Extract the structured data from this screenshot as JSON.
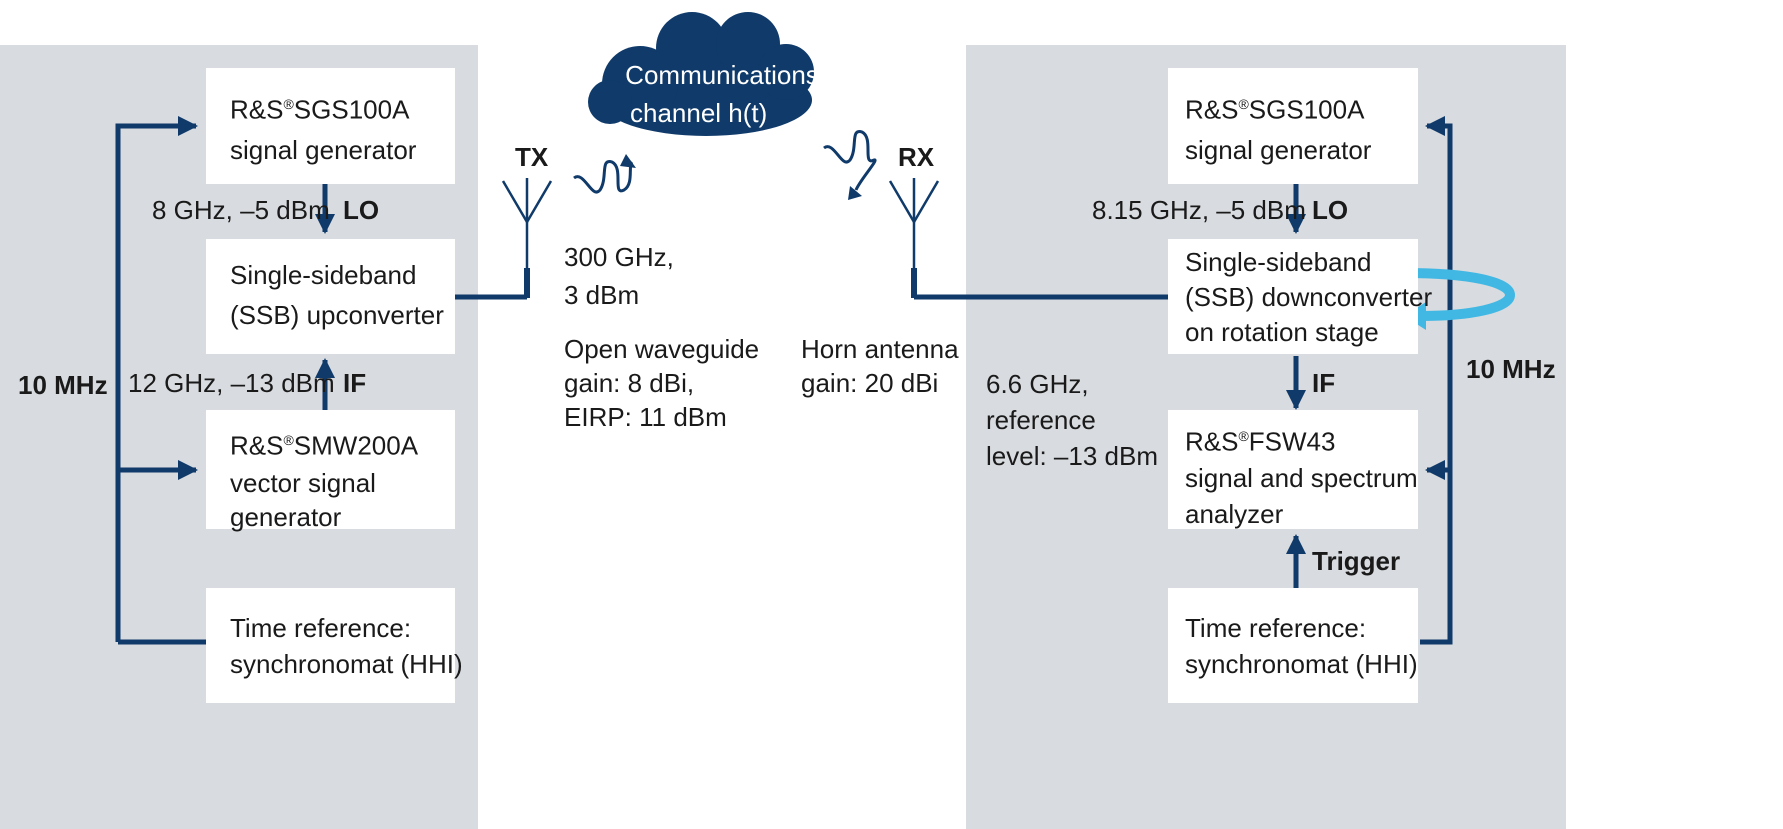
{
  "colors": {
    "panel": "#d8dbdf",
    "navy": "#0f3a6a",
    "cyan": "#41b8e4",
    "box": "#ffffff"
  },
  "tx_side": {
    "lo_generator": {
      "name": "R&S",
      "reg": "®",
      "model": "SGS100A",
      "line2": "signal generator"
    },
    "upconverter": {
      "line1": "Single-sideband",
      "line2": "(SSB) upconverter"
    },
    "vsg": {
      "name": "R&S",
      "reg": "®",
      "model": "SMW200A",
      "line2": "vector signal",
      "line3": "generator"
    },
    "time_ref": {
      "line1": "Time reference:",
      "line2": "synchronomat (HHI)"
    },
    "lo_freq": "8 GHz, –5 dBm",
    "lo_label": "LO",
    "if_freq": "12 GHz, –13 dBm",
    "if_label": "IF",
    "ref_label": "10 MHz"
  },
  "rx_side": {
    "lo_generator": {
      "name": "R&S",
      "reg": "®",
      "model": "SGS100A",
      "line2": "signal generator"
    },
    "downconverter": {
      "line1": "Single-sideband",
      "line2": "(SSB) downconverter",
      "line3": "on rotation stage"
    },
    "analyzer": {
      "name": "R&S",
      "reg": "®",
      "model": "FSW43",
      "line2": "signal and spectrum",
      "line3": "analyzer"
    },
    "time_ref": {
      "line1": "Time reference:",
      "line2": "synchronomat (HHI)"
    },
    "lo_freq": "8.15 GHz, –5 dBm",
    "lo_label": "LO",
    "if_label": "IF",
    "if_info": {
      "line1": "6.6 GHz,",
      "line2": "reference",
      "line3": "level: –13 dBm"
    },
    "trigger_label": "Trigger",
    "ref_label": "10 MHz"
  },
  "channel": {
    "cloud": {
      "line1": "Communications",
      "line2": "channel h(t)"
    },
    "tx_label": "TX",
    "rx_label": "RX",
    "tx_power": {
      "line1": "300 GHz,",
      "line2": "3 dBm"
    },
    "tx_antenna": {
      "line1": "Open waveguide",
      "line2": "gain: 8 dBi,",
      "line3": "EIRP: 11 dBm"
    },
    "rx_antenna": {
      "line1": "Horn antenna",
      "line2": "gain: 20 dBi"
    }
  }
}
